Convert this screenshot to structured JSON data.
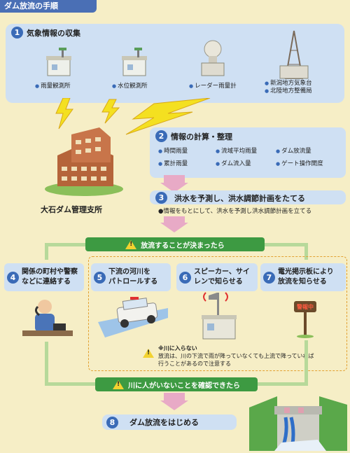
{
  "title": "ダム放流の手順",
  "steps": {
    "s1": {
      "num": "1",
      "label": "気象情報の収集"
    },
    "s2": {
      "num": "2",
      "label": "情報の計算・整理"
    },
    "s3": {
      "num": "3",
      "label": "洪水を予測し、洪水調節計画をたてる",
      "sub": "●情報をもとにして、洪水を予測し洪水調節計画を立てる"
    },
    "s4": {
      "num": "4",
      "label1": "関係の町村や警察",
      "label2": "などに連絡する"
    },
    "s5": {
      "num": "5",
      "label1": "下流の河川を",
      "label2": "パトロールする"
    },
    "s6": {
      "num": "6",
      "label1": "スピーカー、サイ",
      "label2": "レンで知らせる"
    },
    "s7": {
      "num": "7",
      "label1": "電光掲示板により",
      "label2": "放流を知らせる"
    },
    "s8": {
      "num": "8",
      "label": "ダム放流をはじめる"
    }
  },
  "stations": [
    "雨量観測所",
    "水位観測所",
    "レーダー雨量計"
  ],
  "agency": [
    "新潟地方気象台",
    "北陸地方整備局"
  ],
  "office": "大石ダム管理支所",
  "calc_items": [
    "時間雨量",
    "流域平均雨量",
    "ダム放流量",
    "累計雨量",
    "ダム流入量",
    "ゲート操作開度"
  ],
  "decision": "放流することが決まったら",
  "confirm": "川に人がいないことを確認できたら",
  "note_title": "※川に入らない",
  "note_line1": "放流は、川の下流で雨が降っていなくても上流で降っていれば",
  "note_line2": "行うことがあるので注意する",
  "sign_text": "警報中"
}
